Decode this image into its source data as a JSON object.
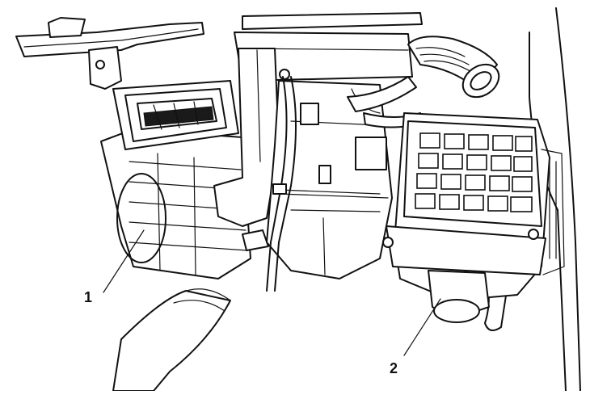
{
  "callouts": [
    {
      "id": "1",
      "label": "1"
    },
    {
      "id": "2",
      "label": "2"
    }
  ],
  "colors": {
    "line": "#111111",
    "background": "#ffffff"
  }
}
